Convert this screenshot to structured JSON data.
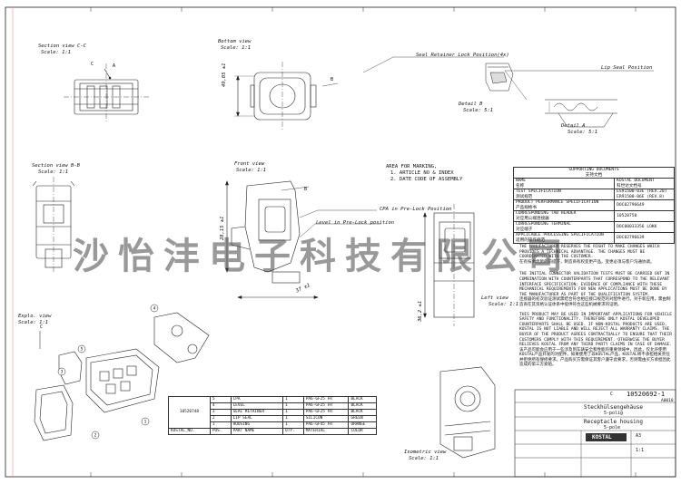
{
  "views": {
    "section_cc": {
      "title": "Section view C-C",
      "scale": "Scale:  1:1"
    },
    "bottom": {
      "title": "Bottom view",
      "scale": "Scale:  1:1",
      "dim": "49,05 ±1"
    },
    "seal_retainer": "Seal Retainer Lock Position(4x)",
    "lip_seal": "Lip Seal Position",
    "detail_b": {
      "title": "Detail B",
      "scale": "Scale:  5:1"
    },
    "detail_a": {
      "title": "Detail A",
      "scale": "Scale:  5:1"
    },
    "section_bb": {
      "title": "Section view B-B",
      "scale": "Scale:  1:1"
    },
    "front": {
      "title": "Front view",
      "scale": "Scale:  1:1",
      "dim_v": "28,15 ±1",
      "dim_h": "37 ±1"
    },
    "cpa_pre_lock": "CPA in Pre-Lock Position",
    "level_pre_lock": "Level in Pre-Lock position",
    "left": {
      "title": "Left view",
      "scale": "Scale:  1:1",
      "dim": "36,2 ±1"
    },
    "explo": {
      "title": "Explo. view",
      "scale": "Scale:  1:1"
    },
    "isometric": {
      "title": "Isometric view",
      "scale": "Scale:  1:1"
    }
  },
  "marking": {
    "title": "AREA FOR MARKING,",
    "items": [
      "1. ARTICLE NO & INDEX",
      "2. DATE CODE OF ASSEMBLY"
    ]
  },
  "supporting_docs": {
    "title": "SUPPORTING DOCUMENTS",
    "title_cn": "支持文档",
    "header": [
      "NAME",
      "KOSTAL DOCUMENT"
    ],
    "header_cn": [
      "名称",
      "科世达文档号"
    ],
    "rows": [
      {
        "name": "TEST SPECIFICATION",
        "name_cn": "测试规范",
        "doc": "ES91500-03E (REV.20)",
        "doc2": "ER91500-06E (REV.8)"
      },
      {
        "name": "PRODUCT PERFORMANCE SPECIFICATION",
        "name_cn": "产品规格书",
        "doc": "DOC02796649",
        "doc2": ""
      },
      {
        "name": "CORRESPONDING TAB HEADER",
        "name_cn": "对应用公端连接器",
        "doc": "10520758",
        "doc2": ""
      },
      {
        "name": "CORRESPONDING TERMINAL",
        "name_cn": "对应端子",
        "doc": "DOC00033356 LOKK",
        "doc2": ""
      },
      {
        "name": "APPLICABLE PROCESSING SPECIFICATION",
        "name_cn": "适用的操作规范",
        "doc": "DOC02796639",
        "doc2": ""
      }
    ]
  },
  "notes": {
    "change": "THE MANUFACTURER RESERVES THE RIGHT TO MAKE CHANGES WHICH PROVIDES A TECHNICAL ADVANTAGE. THE CHANGES MUST BE COORDINATED WITH THE CUSTOMER.",
    "change_cn": "在有技术优势的前提下，制造商有权变更产品。变更必须与客户沟通协调。",
    "validation": "THE INITIAL CONNECTOR  VALIDATION TESTS MUST BE CARRIED OUT IN COMBINATION WITH COUNTERPARTS THAT CORRESPOND TO THE RELEVANT INTERFACE SPECIFICATION; EVIDENCE OF COMPLIANCE WITH THESE MECHANICAL REQUIREMENTS FOR NEW APPLICATIONS MUST BE DONE BY THE MANUFACTURER AS PART OF THE QUALIFICATION SYSTEM.",
    "validation_cn": "连接器的初次验证测试需结合符合相应接口规范的对配件进行。对于新应用，需由制造商在其资格认证体系中提供符合这些机械要求的证明。",
    "info": "THIS PRODUCT MAY BE USED IN IMPORTANT APPLICATIONS FOR VEHICLE SAFETY AND FUNCTIONALITY. THEREFORE ONLY KOSTAL DEVELOPED COUNTERPARTS SHALL BE USED. IF NON-KOSTAL PRODUCTS ARE USED, KOSTAL IS NOT LIABLE AND WILL REJECT ALL WARRANTY CLAIMS. THE BUYER OF THE PRODUCT AGREES CONTRACTUALLY TO ENSURE THAT THEIR CUSTOMERS COMPLY WITH THIS REQUIREMENT. OTHERWISE THE BUYER RELIEVES KOSTAL FROM ANY THIRD PARTY CLAIMS IN CASE OF DAMAGE.",
    "info_cn": "该产品可能会应用于一些涉及到车辆安全和性能的重要领域中，因此，仅允许使用KOSTAL产品开发的对配件。如果使用了非KOSTAL产品，KOSTAL将不承担相关责任并拒绝所有保修要求。产品购买方需保证其客户遵守此要求，否则需由买方承担因此造成的第三方索赔。"
  },
  "watermark": "沙怡沣电子科技有限公司",
  "bom": {
    "header": [
      "KOSTAL_NO.",
      "POS.",
      "PART NAME",
      "QTY.",
      "MATERIAL",
      "COLOR"
    ],
    "part_no": "10520748",
    "rows": [
      {
        "pos": "5",
        "name": "CPA",
        "qty": "1",
        "material": "PA6-GF25 FR",
        "color": "BLACK"
      },
      {
        "pos": "4",
        "name": "LEVEL",
        "qty": "1",
        "material": "PA6-GF25 FR",
        "color": "BLACK"
      },
      {
        "pos": "3",
        "name": "SEAL RETAINER",
        "qty": "1",
        "material": "PA6-GF25 FR",
        "color": "BLACK"
      },
      {
        "pos": "2",
        "name": "LIP SEAL",
        "qty": "1",
        "material": "SILICON",
        "color": "GREEN"
      },
      {
        "pos": "1",
        "name": "HOUSING",
        "qty": "1",
        "material": "PA6-GF45 FR",
        "color": "ORANGE"
      }
    ]
  },
  "title_block": {
    "part_no": "10520692-1",
    "sheet": "A0010",
    "name_de": "Steckhülsengehäuse",
    "name_de2": "5-polig",
    "name_en": "Receptacle housing",
    "name_en2": "5-pole",
    "company": "KOSTAL",
    "format": "A3",
    "scale": "1:1",
    "index": "C"
  },
  "balloons": [
    "1",
    "2",
    "3",
    "4",
    "5"
  ],
  "detail_letters": {
    "a": "A",
    "b": "B",
    "c": "C"
  }
}
